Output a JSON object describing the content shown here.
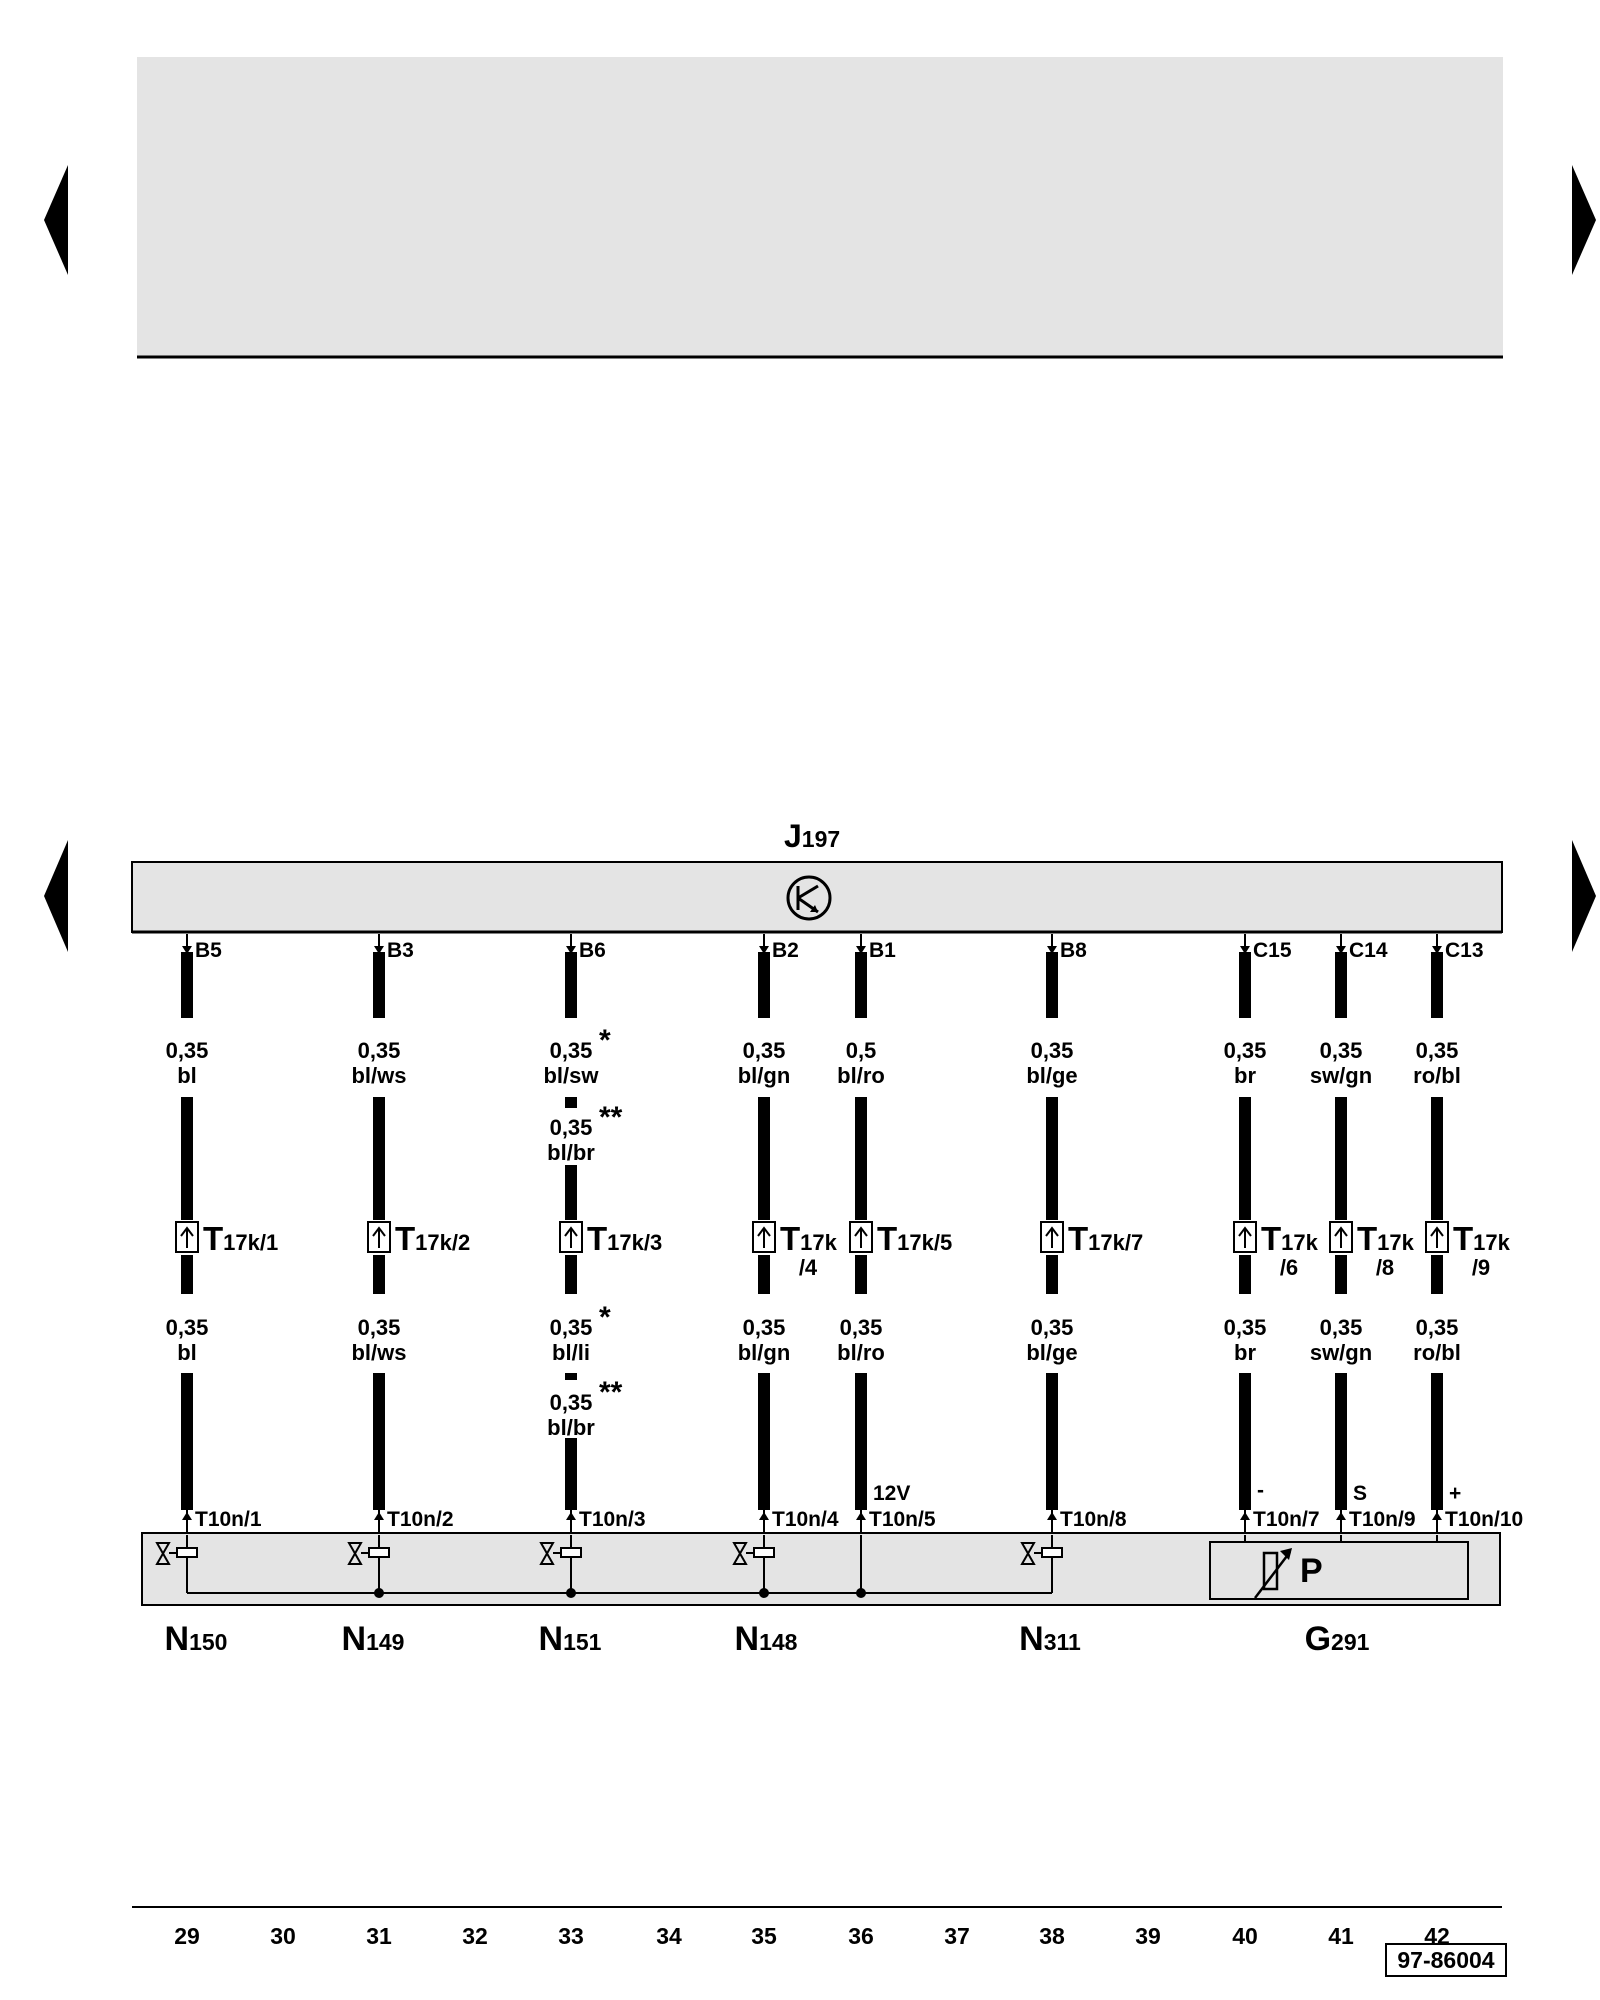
{
  "diagram_ref": "97-86004",
  "control_unit": {
    "code": "J",
    "sub": "197"
  },
  "columns": [
    {
      "tp": "B5",
      "c1": {
        "sz": "0,35",
        "col": "bl",
        "mark": ""
      },
      "c1b": null,
      "conn": {
        "main": "T",
        "sub": "17k/1",
        "below": ""
      },
      "c2": {
        "sz": "0,35",
        "col": "bl",
        "mark": ""
      },
      "c2b": null,
      "pin": "T10n/1",
      "pol": "",
      "junction": false
    },
    {
      "tp": "B3",
      "c1": {
        "sz": "0,35",
        "col": "bl/ws",
        "mark": ""
      },
      "c1b": null,
      "conn": {
        "main": "T",
        "sub": "17k/2",
        "below": ""
      },
      "c2": {
        "sz": "0,35",
        "col": "bl/ws",
        "mark": ""
      },
      "c2b": null,
      "pin": "T10n/2",
      "pol": "",
      "junction": true
    },
    {
      "tp": "B6",
      "c1": {
        "sz": "0,35",
        "col": "bl/sw",
        "mark": "*"
      },
      "c1b": {
        "sz": "0,35",
        "col": "bl/br",
        "mark": "**"
      },
      "conn": {
        "main": "T",
        "sub": "17k/3",
        "below": ""
      },
      "c2": {
        "sz": "0,35",
        "col": "bl/li",
        "mark": "*"
      },
      "c2b": {
        "sz": "0,35",
        "col": "bl/br",
        "mark": "**"
      },
      "pin": "T10n/3",
      "pol": "",
      "junction": true
    },
    {
      "tp": "B2",
      "c1": {
        "sz": "0,35",
        "col": "bl/gn",
        "mark": ""
      },
      "c1b": null,
      "conn": {
        "main": "T",
        "sub": "17k",
        "below": "/4"
      },
      "c2": {
        "sz": "0,35",
        "col": "bl/gn",
        "mark": ""
      },
      "c2b": null,
      "pin": "T10n/4",
      "pol": "",
      "junction": true
    },
    {
      "tp": "B1",
      "c1": {
        "sz": "0,5",
        "col": "bl/ro",
        "mark": ""
      },
      "c1b": null,
      "conn": {
        "main": "T",
        "sub": "17k/5",
        "below": ""
      },
      "c2": {
        "sz": "0,35",
        "col": "bl/ro",
        "mark": ""
      },
      "c2b": null,
      "pin": "T10n/5",
      "pol": "12V",
      "junction": true
    },
    {
      "tp": "B8",
      "c1": {
        "sz": "0,35",
        "col": "bl/ge",
        "mark": ""
      },
      "c1b": null,
      "conn": {
        "main": "T",
        "sub": "17k/7",
        "below": ""
      },
      "c2": {
        "sz": "0,35",
        "col": "bl/ge",
        "mark": ""
      },
      "c2b": null,
      "pin": "T10n/8",
      "pol": "",
      "junction": false
    },
    {
      "tp": "C15",
      "c1": {
        "sz": "0,35",
        "col": "br",
        "mark": ""
      },
      "c1b": null,
      "conn": {
        "main": "T",
        "sub": "17k",
        "below": "/6"
      },
      "c2": {
        "sz": "0,35",
        "col": "br",
        "mark": ""
      },
      "c2b": null,
      "pin": "T10n/7",
      "pol": "-",
      "junction": false
    },
    {
      "tp": "C14",
      "c1": {
        "sz": "0,35",
        "col": "sw/gn",
        "mark": ""
      },
      "c1b": null,
      "conn": {
        "main": "T",
        "sub": "17k",
        "below": "/8"
      },
      "c2": {
        "sz": "0,35",
        "col": "sw/gn",
        "mark": ""
      },
      "c2b": null,
      "pin": "T10n/9",
      "pol": "S",
      "junction": false
    },
    {
      "tp": "C13",
      "c1": {
        "sz": "0,35",
        "col": "ro/bl",
        "mark": ""
      },
      "c1b": null,
      "conn": {
        "main": "T",
        "sub": "17k",
        "below": "/9"
      },
      "c2": {
        "sz": "0,35",
        "col": "ro/bl",
        "mark": ""
      },
      "c2b": null,
      "pin": "T10n/10",
      "pol": "+",
      "junction": false
    }
  ],
  "components": [
    {
      "code": "N",
      "sub": "150"
    },
    {
      "code": "N",
      "sub": "149"
    },
    {
      "code": "N",
      "sub": "151"
    },
    {
      "code": "N",
      "sub": "148"
    },
    {
      "code": "N",
      "sub": "311"
    },
    {
      "code": "G",
      "sub": "291"
    }
  ],
  "sensor_symbol": "P",
  "tracks": [
    "29",
    "30",
    "31",
    "32",
    "33",
    "34",
    "35",
    "36",
    "37",
    "38",
    "39",
    "40",
    "41",
    "42"
  ]
}
